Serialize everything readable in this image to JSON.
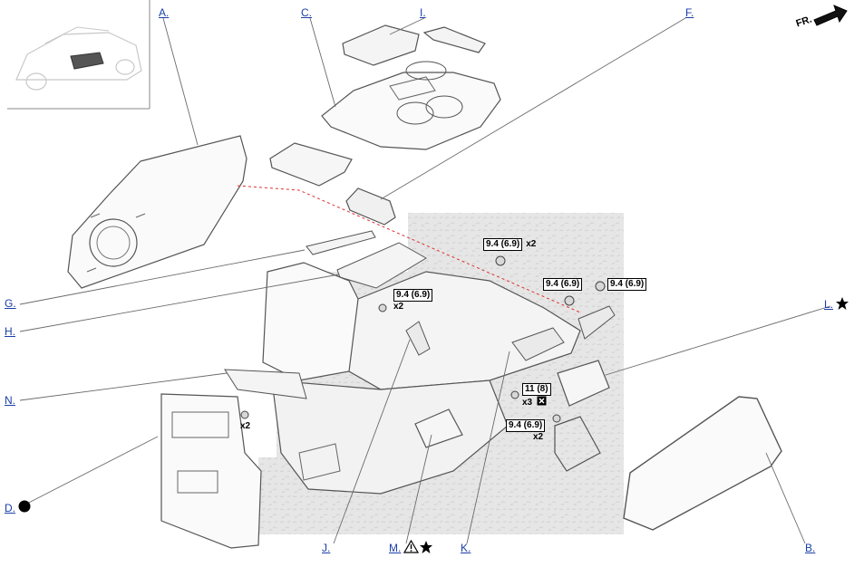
{
  "callouts": {
    "A": "A.",
    "B": "B.",
    "C": "C.",
    "D": "D.",
    "F": "F.",
    "G": "G.",
    "H": "H.",
    "I": "I.",
    "J": "J.",
    "K": "K.",
    "L": "L.",
    "M": "M.",
    "N": "N."
  },
  "torque_specs": {
    "t1": {
      "value": "9.4 (6.9)",
      "qty": "x2"
    },
    "t2": {
      "value": "9.4 (6.9)",
      "qty": ""
    },
    "t3": {
      "value": "9.4 (6.9)",
      "qty": ""
    },
    "t4": {
      "value": "9.4 (6.9)",
      "qty": "x2"
    },
    "t5": {
      "value": "11 (8)",
      "qty": "x3"
    },
    "t6": {
      "value": "9.4 (6.9)",
      "qty": "x2"
    }
  },
  "screw_qty": {
    "n_screws": "x2"
  },
  "direction": {
    "label": "FR."
  },
  "colors": {
    "callout": "#1a3ea8",
    "leader": "#6b6b6b",
    "dashed_leader": "#e03030",
    "line": "#555555",
    "background_pattern": "#e4e4e4"
  }
}
